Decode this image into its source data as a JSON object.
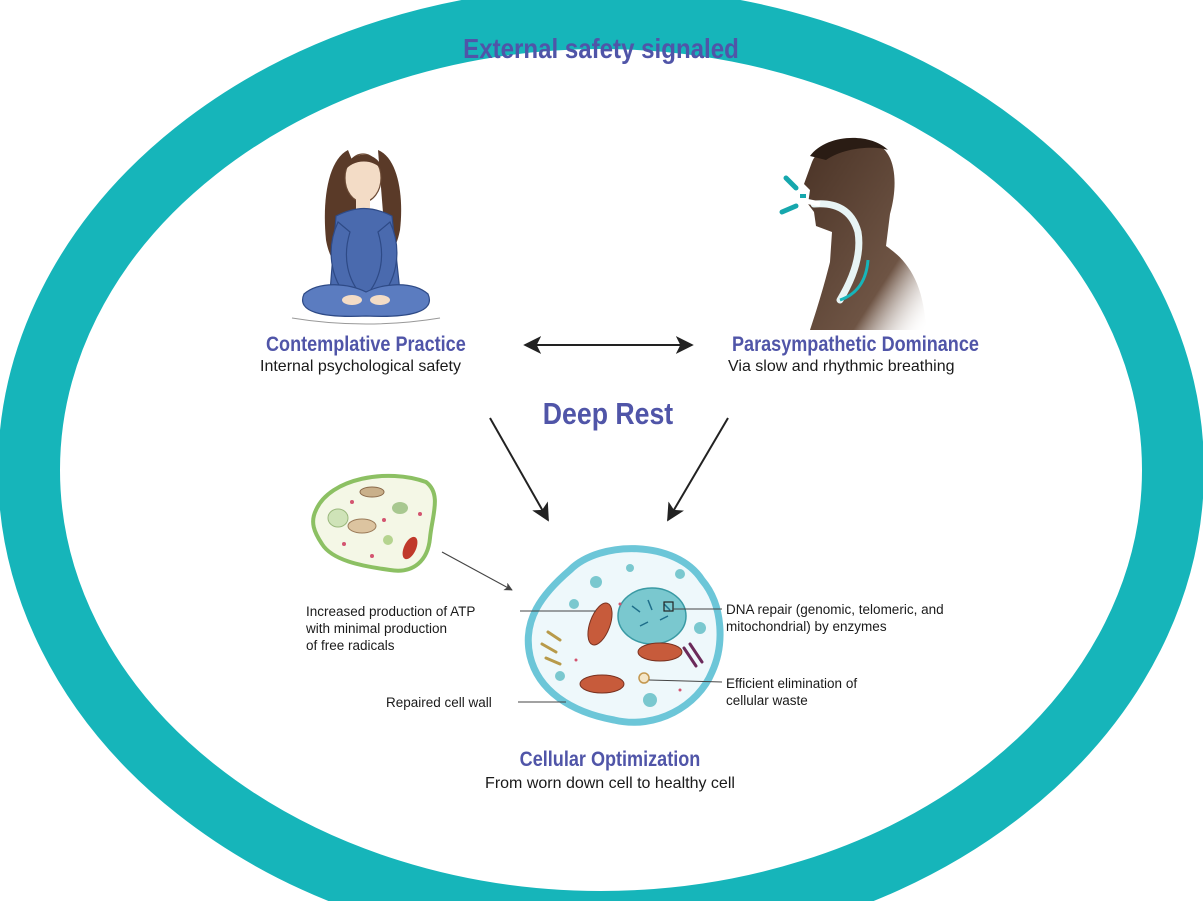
{
  "outer_title": "External safety signaled",
  "center_title": "Deep Rest",
  "left_node": {
    "title": "Contemplative Practice",
    "subtitle": "Internal psychological safety"
  },
  "right_node": {
    "title": "Parasympathetic Dominance",
    "subtitle": "Via slow and rhythmic breathing"
  },
  "bottom_node": {
    "title": "Cellular Optimization",
    "subtitle": "From worn down cell to healthy cell"
  },
  "cell_annotations": {
    "atp": "Increased production of ATP\nwith minimal production\nof free radicals",
    "cell_wall": "Repaired cell wall",
    "dna": "DNA repair (genomic, telomeric, and\nmitochondrial) by enzymes",
    "waste": "Efficient elimination of\ncellular waste"
  },
  "colors": {
    "ring": "#16b5ba",
    "heading": "#5055a8",
    "text": "#1a1a1a",
    "shirt": "#4a6aae",
    "skin_dark": "#4a3326",
    "cell_membrane": "#6cc6d8",
    "mitochondria": "#c75b3b"
  },
  "icons": {
    "left_figure": "meditating-woman-icon",
    "right_figure": "breathing-man-icon",
    "worn_cell": "worn-cell-icon",
    "healthy_cell": "healthy-cell-icon"
  }
}
